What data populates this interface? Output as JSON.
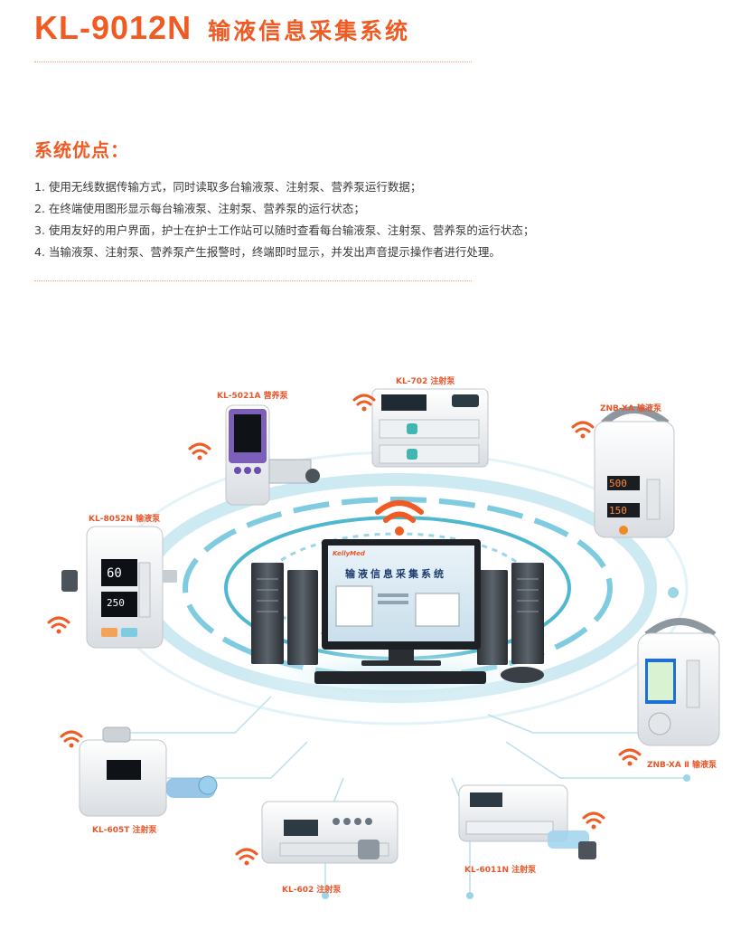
{
  "header": {
    "model": "KL-9012N",
    "system_name": "输液信息采集系统"
  },
  "advantages": {
    "title": "系统优点：",
    "items": [
      "1. 使用无线数据传输方式，同时读取多台输液泵、注射泵、营养泵运行数据；",
      "2. 在终端使用图形显示每台输液泵、注射泵、营养泵的运行状态；",
      "3. 使用友好的用户界面，护士在护士工作站可以随时查看每台输液泵、注射泵、营养泵的运行状态；",
      "4. 当输液泵、注射泵、营养泵产生报警时，终端即时显示，并发出声音提示操作者进行处理。"
    ]
  },
  "devices": [
    {
      "label": "KL-5021A 营养泵"
    },
    {
      "label": "KL-702 注射泵"
    },
    {
      "label": "ZNB-XA 输液泵",
      "readouts": [
        "500",
        "150"
      ]
    },
    {
      "label": "KL-8052N 输液泵",
      "readouts": [
        "60",
        "250"
      ]
    },
    {
      "label": "ZNB-XA Ⅱ 输液泵"
    },
    {
      "label": "KL-605T 注射泵"
    },
    {
      "label": "KL-602 注射泵"
    },
    {
      "label": "KL-6011N 注射泵"
    }
  ],
  "center": {
    "screen_title": "输液信息采集系统",
    "brand": "KellyMed"
  },
  "colors": {
    "accent": "#f05a23",
    "ring": "#4fb8d0",
    "wifi": "#f05a23"
  }
}
